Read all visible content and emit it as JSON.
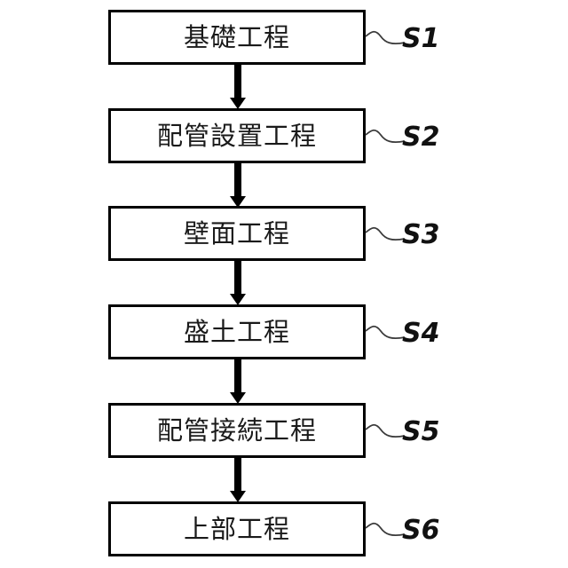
{
  "diagram": {
    "type": "flowchart",
    "orientation": "vertical",
    "colors": {
      "box_border": "#000000",
      "box_fill": "#ffffff",
      "arrow": "#000000",
      "text": "#1a1a1a",
      "background": "#ffffff"
    },
    "steps": [
      {
        "label": "基礎工程",
        "tag": "S1"
      },
      {
        "label": "配管設置工程",
        "tag": "S2"
      },
      {
        "label": "壁面工程",
        "tag": "S3"
      },
      {
        "label": "盛土工程",
        "tag": "S4"
      },
      {
        "label": "配管接続工程",
        "tag": "S5"
      },
      {
        "label": "上部工程",
        "tag": "S6"
      }
    ],
    "connectors": [
      {
        "from": "S1",
        "to": "S2",
        "kind": "arrow-down"
      },
      {
        "from": "S2",
        "to": "S3",
        "kind": "arrow-down"
      },
      {
        "from": "S3",
        "to": "S4",
        "kind": "arrow-down"
      },
      {
        "from": "S4",
        "to": "S5",
        "kind": "arrow-down"
      },
      {
        "from": "S5",
        "to": "S6",
        "kind": "arrow-down"
      }
    ]
  }
}
